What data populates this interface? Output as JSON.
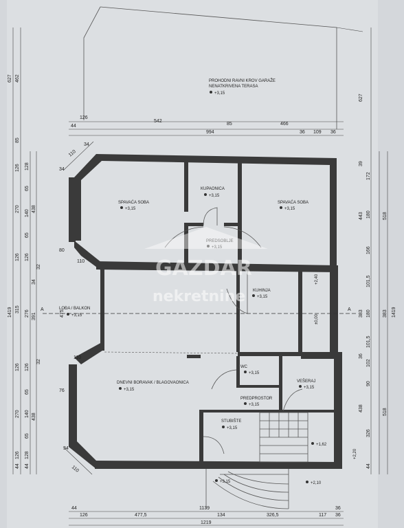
{
  "plan": {
    "rooms": {
      "roof_line1": "PROHODNI RAVNI KROV GARAŽE",
      "roof_line2": "NENATKRIVENA TERASA",
      "roof_level": "+3,15",
      "bedroom1": "SPAVAĆA SOBA",
      "bedroom1_level": "+3,15",
      "bathroom": "KUPAONICA",
      "bathroom_level": "+3,15",
      "bedroom2": "SPAVAĆA SOBA",
      "bedroom2_level": "+3,15",
      "hall": "PREDSOBLJE",
      "hall_level": "+3,15",
      "kitchen": "KUHINJA",
      "kitchen_level": "+3,15",
      "loggia": "LOĐA / BALKON",
      "loggia_level": "+3,15",
      "wc": "WC",
      "wc_level": "+3,15",
      "wardrobe": "VEŠERAJ",
      "wardrobe_level": "+3,15",
      "living": "DNEVNI BORAVAK / BLAGOVAONICA",
      "living_level": "+3,15",
      "anteroom": "PREDPROSTOR",
      "anteroom_level": "+3,15",
      "stairs": "STUBIŠTE",
      "stairs_level": "+3,15",
      "lvl_240": "+2,40",
      "lvl_000": "±0,00",
      "lvl_162": "+1,62",
      "lvl_220": "+2,20",
      "lvl_315b": "+3,15",
      "lvl_210": "+2,10"
    },
    "section": {
      "left": "A",
      "right": "A"
    },
    "watermark": {
      "line1": "GAZDAR",
      "line2": "nekretnine"
    },
    "dims": {
      "left_outer_top": "627",
      "left_outer_bot": "1419",
      "left_mid_1": "462",
      "left_mid_2": "391",
      "left_mid_3": "85",
      "left_mid_4": "438",
      "left_mid_5": "438",
      "l_126a": "126",
      "l_270a": "270",
      "l_126b": "126",
      "l_315": "315",
      "l_126c": "126",
      "l_270b": "270",
      "l_126d": "126",
      "l_44a": "44",
      "l_44b": "44",
      "l_128a": "128",
      "l_65a": "65",
      "l_140a": "140",
      "l_65b": "65",
      "l_126e": "126",
      "l_276": "276",
      "l_126f": "126",
      "l_65c": "65",
      "l_140b": "140",
      "l_65d": "65",
      "l_128b": "128",
      "l_32a": "32",
      "l_32b": "32",
      "l_34": "34",
      "top_126": "126",
      "top_44": "44",
      "top_542": "542",
      "top_85": "85",
      "top_466": "466",
      "top_994": "994",
      "top_36a": "36",
      "top_109": "109",
      "top_36b": "36",
      "corner_110a": "110",
      "corner_34a": "34",
      "corner_34b": "34",
      "mid_110a": "110",
      "mid_110b": "110",
      "mid_80": "80",
      "mid_475": "475",
      "mid_76": "76",
      "bot_110": "110",
      "bot_34": "34",
      "r_627": "627",
      "r_39": "39",
      "r_172": "172",
      "r_180a": "180",
      "r_166": "166",
      "r_101a": "101,5",
      "r_180b": "180",
      "r_101b": "101,5",
      "r_36": "36",
      "r_102": "102",
      "r_90": "90",
      "r_326": "326",
      "r_44": "44",
      "r_443": "443",
      "r_518a": "518",
      "r_383a": "383",
      "r_383b": "383",
      "r_438": "438",
      "r_518b": "518",
      "r_1419": "1419",
      "b_1139": "1139",
      "b_44": "44",
      "b_126": "126",
      "b_4775": "477,5",
      "b_134": "134",
      "b_3265": "326,5",
      "b_117": "117",
      "b_36a": "36",
      "b_36b": "36",
      "b_1219": "1219"
    }
  }
}
